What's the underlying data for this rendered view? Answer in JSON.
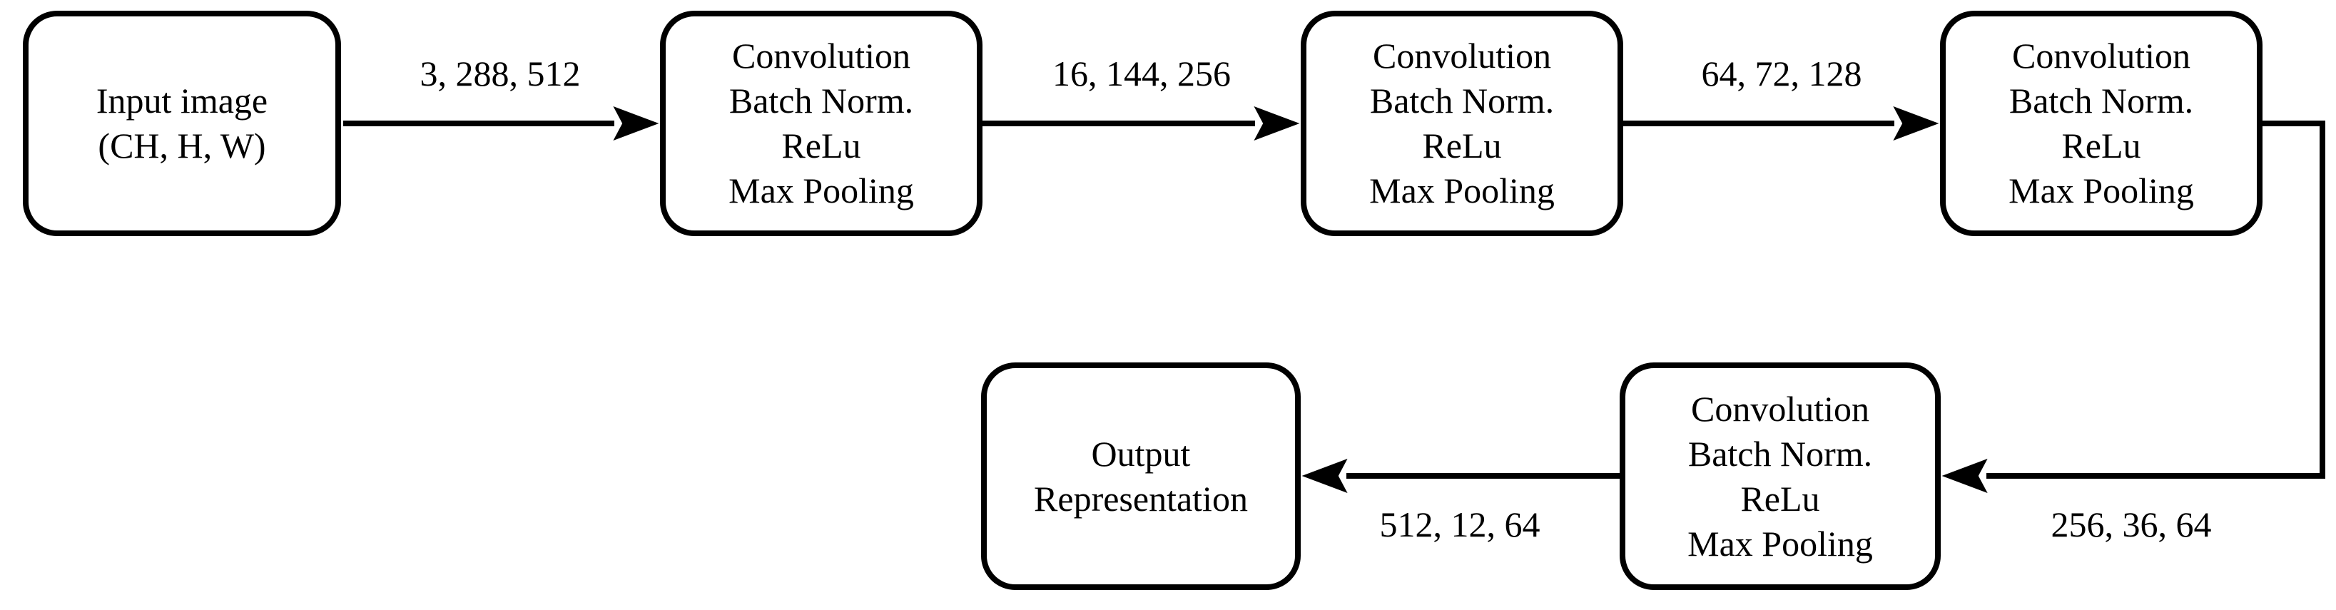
{
  "diagram": {
    "colors": {
      "stroke": "#000000",
      "background": "#ffffff"
    },
    "nodes": [
      {
        "id": "input",
        "lines": [
          "Input image",
          "(CH, H, W)"
        ]
      },
      {
        "id": "conv1",
        "lines": [
          "Convolution",
          "Batch Norm.",
          "ReLu",
          "Max Pooling"
        ]
      },
      {
        "id": "conv2",
        "lines": [
          "Convolution",
          "Batch Norm.",
          "ReLu",
          "Max Pooling"
        ]
      },
      {
        "id": "conv3",
        "lines": [
          "Convolution",
          "Batch Norm.",
          "ReLu",
          "Max Pooling"
        ]
      },
      {
        "id": "conv4",
        "lines": [
          "Convolution",
          "Batch Norm.",
          "ReLu",
          "Max Pooling"
        ]
      },
      {
        "id": "output",
        "lines": [
          "Output",
          "Representation"
        ]
      }
    ],
    "edges": [
      {
        "from": "input",
        "to": "conv1",
        "label": "3, 288, 512"
      },
      {
        "from": "conv1",
        "to": "conv2",
        "label": "16, 144, 256"
      },
      {
        "from": "conv2",
        "to": "conv3",
        "label": "64, 72, 128"
      },
      {
        "from": "conv3",
        "to": "conv4",
        "label": "256, 36, 64"
      },
      {
        "from": "conv4",
        "to": "output",
        "label": "512, 12, 64"
      }
    ]
  }
}
